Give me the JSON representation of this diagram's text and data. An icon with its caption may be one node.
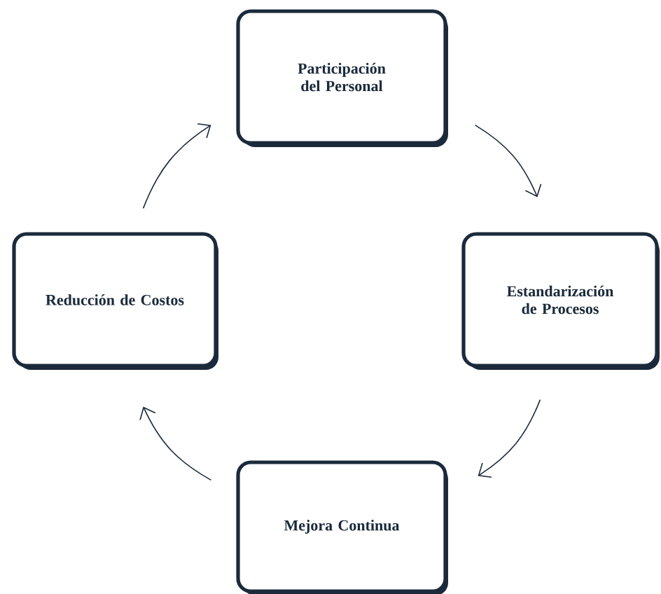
{
  "diagram": {
    "nodes": [
      {
        "text": [
          "Participación del Personal"
        ]
      },
      {
        "text": [
          "Estandarización de Procesos"
        ]
      },
      {
        "text": [
          "Mejora Continua"
        ]
      },
      {
        "text": [
          "Reducción de Costos"
        ]
      }
    ],
    "edges": [
      {
        "from": 0,
        "to": 1,
        "arrow": "to"
      },
      {
        "from": 1,
        "to": 2,
        "arrow": "to"
      },
      {
        "from": 2,
        "to": 3,
        "arrow": "to"
      },
      {
        "from": 3,
        "to": 0,
        "arrow": "to"
      }
    ]
  }
}
